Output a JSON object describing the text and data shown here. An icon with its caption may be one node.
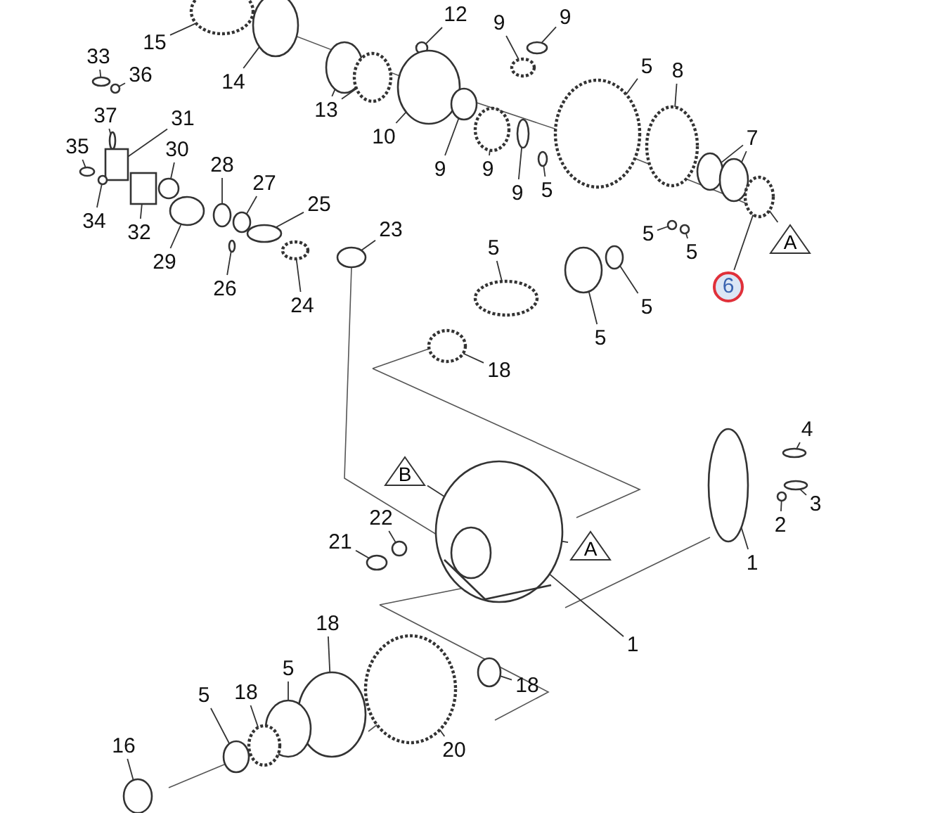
{
  "diagram": {
    "nodes": [
      {
        "text": [
          "15"
        ]
      },
      {
        "text": [
          "12"
        ]
      },
      {
        "text": [
          "9"
        ]
      },
      {
        "text": [
          "9"
        ]
      },
      {
        "text": [
          "33"
        ]
      },
      {
        "text": [
          "36"
        ]
      },
      {
        "text": [
          "14"
        ]
      },
      {
        "text": [
          "13"
        ]
      },
      {
        "text": [
          "10"
        ]
      },
      {
        "text": [
          "9"
        ]
      },
      {
        "text": [
          "9"
        ]
      },
      {
        "text": [
          "9"
        ]
      },
      {
        "text": [
          "5"
        ]
      },
      {
        "text": [
          "5"
        ]
      },
      {
        "text": [
          "8"
        ]
      },
      {
        "text": [
          "7"
        ]
      },
      {
        "text": [
          "37"
        ]
      },
      {
        "text": [
          "31"
        ]
      },
      {
        "text": [
          "35"
        ]
      },
      {
        "text": [
          "30"
        ]
      },
      {
        "text": [
          "28"
        ]
      },
      {
        "text": [
          "27"
        ]
      },
      {
        "text": [
          "25"
        ]
      },
      {
        "text": [
          "34"
        ]
      },
      {
        "text": [
          "32"
        ]
      },
      {
        "text": [
          "29"
        ]
      },
      {
        "text": [
          "26"
        ]
      },
      {
        "text": [
          "24"
        ]
      },
      {
        "text": [
          "23"
        ]
      },
      {
        "text": [
          "5"
        ]
      },
      {
        "text": [
          "5"
        ]
      },
      {
        "text": [
          "5"
        ]
      },
      {
        "text": [
          "5"
        ]
      },
      {
        "text": [
          "5"
        ]
      },
      {
        "text": [
          "6"
        ]
      },
      {
        "text": [
          "A"
        ]
      },
      {
        "text": [
          "18"
        ]
      },
      {
        "text": [
          "4"
        ]
      },
      {
        "text": [
          "B"
        ]
      },
      {
        "text": [
          "3"
        ]
      },
      {
        "text": [
          "22"
        ]
      },
      {
        "text": [
          "2"
        ]
      },
      {
        "text": [
          "21"
        ]
      },
      {
        "text": [
          "A"
        ]
      },
      {
        "text": [
          "1"
        ]
      },
      {
        "text": [
          "1"
        ]
      },
      {
        "text": [
          "18"
        ]
      },
      {
        "text": [
          "5"
        ]
      },
      {
        "text": [
          "18"
        ]
      },
      {
        "text": [
          "5"
        ]
      },
      {
        "text": [
          "18"
        ]
      },
      {
        "text": [
          "20"
        ]
      },
      {
        "text": [
          "16"
        ]
      },
      {
        "text": [],
        "shape": "circle"
      },
      {
        "text": [],
        "shape": "circle"
      },
      {
        "text": [],
        "shape": "circle"
      },
      {
        "text": [],
        "shape": "circle"
      },
      {
        "text": [],
        "shape": "circle"
      },
      {
        "text": [],
        "shape": "circle"
      },
      {
        "text": [],
        "shape": "circle"
      },
      {
        "text": [],
        "shape": "circle"
      },
      {
        "text": [],
        "shape": "circle"
      },
      {
        "text": [],
        "shape": "circle"
      },
      {
        "text": [],
        "shape": "circle"
      },
      {
        "text": [],
        "shape": "circle"
      },
      {
        "text": [],
        "shape": "circle"
      },
      {
        "text": [],
        "shape": "circle"
      },
      {
        "text": [],
        "shape": "circle"
      },
      {
        "text": [],
        "shape": "circle"
      },
      {
        "text": [],
        "shape": "circle"
      },
      {
        "text": [],
        "shape": "circle"
      },
      {
        "text": [],
        "shape": "circle"
      },
      {
        "text": [],
        "shape": "box"
      },
      {
        "text": [],
        "shape": "circle"
      },
      {
        "text": [],
        "shape": "circle"
      },
      {
        "text": [],
        "shape": "circle"
      },
      {
        "text": [],
        "shape": "circle"
      },
      {
        "text": [],
        "shape": "circle"
      },
      {
        "text": [],
        "shape": "circle"
      },
      {
        "text": [],
        "shape": "box"
      },
      {
        "text": [],
        "shape": "circle"
      },
      {
        "text": [],
        "shape": "circle"
      },
      {
        "text": [],
        "shape": "circle"
      },
      {
        "text": [],
        "shape": "circle"
      },
      {
        "text": [],
        "shape": "circle"
      },
      {
        "text": [],
        "shape": "circle"
      },
      {
        "text": [],
        "shape": "circle"
      },
      {
        "text": [],
        "shape": "circle"
      },
      {
        "text": [],
        "shape": "circle"
      },
      {
        "text": [],
        "shape": "circle"
      },
      {
        "text": [],
        "shape": "circle"
      },
      {
        "text": [],
        "shape": "circle"
      },
      {
        "text": [],
        "shape": "picture"
      },
      {
        "text": [],
        "shape": "circle"
      },
      {
        "text": [],
        "shape": "circle"
      },
      {
        "text": [],
        "shape": "circle"
      },
      {
        "text": [],
        "shape": "circle"
      },
      {
        "text": [],
        "shape": "circle"
      },
      {
        "text": [],
        "shape": "circle"
      },
      {
        "text": [],
        "shape": "circle"
      },
      {
        "text": [],
        "shape": "circle"
      },
      {
        "text": [],
        "shape": "circle"
      },
      {
        "text": [],
        "shape": "circle"
      },
      {
        "text": [],
        "shape": "circle"
      },
      {
        "text": [],
        "shape": "circle"
      }
    ],
    "edges": [
      {
        "from": 0,
        "to": 53,
        "arrow": "none"
      },
      {
        "from": 1,
        "to": 54,
        "arrow": "none"
      },
      {
        "from": 2,
        "to": 55,
        "arrow": "none"
      },
      {
        "from": 3,
        "to": 56,
        "arrow": "none"
      },
      {
        "from": 4,
        "to": 57,
        "arrow": "none"
      },
      {
        "from": 5,
        "to": 58,
        "arrow": "none"
      },
      {
        "from": 6,
        "to": 59,
        "arrow": "none"
      },
      {
        "from": 7,
        "to": 60,
        "arrow": "none"
      },
      {
        "from": 7,
        "to": 61,
        "arrow": "none"
      },
      {
        "from": 8,
        "to": 62,
        "arrow": "none"
      },
      {
        "from": 9,
        "to": 63,
        "arrow": "none"
      },
      {
        "from": 10,
        "to": 64,
        "arrow": "none"
      },
      {
        "from": 11,
        "to": 65,
        "arrow": "none"
      },
      {
        "from": 12,
        "to": 66,
        "arrow": "none"
      },
      {
        "from": 13,
        "to": 67,
        "arrow": "none"
      },
      {
        "from": 14,
        "to": 68,
        "arrow": "none"
      },
      {
        "from": 15,
        "to": 69,
        "arrow": "none"
      },
      {
        "from": 15,
        "to": 70,
        "arrow": "none"
      },
      {
        "from": 16,
        "to": 71,
        "arrow": "none"
      },
      {
        "from": 17,
        "to": 72,
        "arrow": "none"
      },
      {
        "from": 18,
        "to": 73,
        "arrow": "none"
      },
      {
        "from": 19,
        "to": 74,
        "arrow": "none"
      },
      {
        "from": 20,
        "to": 75,
        "arrow": "none"
      },
      {
        "from": 21,
        "to": 76,
        "arrow": "none"
      },
      {
        "from": 22,
        "to": 77,
        "arrow": "none"
      },
      {
        "from": 23,
        "to": 78,
        "arrow": "none"
      },
      {
        "from": 24,
        "to": 79,
        "arrow": "none"
      },
      {
        "from": 25,
        "to": 80,
        "arrow": "none"
      },
      {
        "from": 26,
        "to": 81,
        "arrow": "none"
      },
      {
        "from": 27,
        "to": 82,
        "arrow": "none"
      },
      {
        "from": 28,
        "to": 83,
        "arrow": "none"
      },
      {
        "from": 29,
        "to": 84,
        "arrow": "none"
      },
      {
        "from": 30,
        "to": 85,
        "arrow": "none"
      },
      {
        "from": 31,
        "to": 86,
        "arrow": "none"
      },
      {
        "from": 32,
        "to": 87,
        "arrow": "none"
      },
      {
        "from": 33,
        "to": 88,
        "arrow": "none"
      },
      {
        "from": 34,
        "to": 89,
        "arrow": "none"
      },
      {
        "from": 35,
        "to": 89,
        "arrow": "none"
      },
      {
        "from": 36,
        "to": 90,
        "arrow": "none"
      },
      {
        "from": 37,
        "to": 91,
        "arrow": "none"
      },
      {
        "from": 38,
        "to": 92,
        "arrow": "none"
      },
      {
        "from": 39,
        "to": 93,
        "arrow": "none"
      },
      {
        "from": 40,
        "to": 94,
        "arrow": "none"
      },
      {
        "from": 41,
        "to": 95,
        "arrow": "none"
      },
      {
        "from": 42,
        "to": 96,
        "arrow": "none"
      },
      {
        "from": 43,
        "to": 92,
        "arrow": "none"
      },
      {
        "from": 44,
        "to": 97,
        "arrow": "none"
      },
      {
        "from": 45,
        "to": 92,
        "arrow": "none"
      },
      {
        "from": 46,
        "to": 98,
        "arrow": "none"
      },
      {
        "from": 47,
        "to": 99,
        "arrow": "none"
      },
      {
        "from": 48,
        "to": 100,
        "arrow": "none"
      },
      {
        "from": 49,
        "to": 101,
        "arrow": "none"
      },
      {
        "from": 50,
        "to": 102,
        "arrow": "none"
      },
      {
        "from": 51,
        "to": 103,
        "arrow": "none"
      },
      {
        "from": 52,
        "to": 104,
        "arrow": "none"
      }
    ]
  }
}
